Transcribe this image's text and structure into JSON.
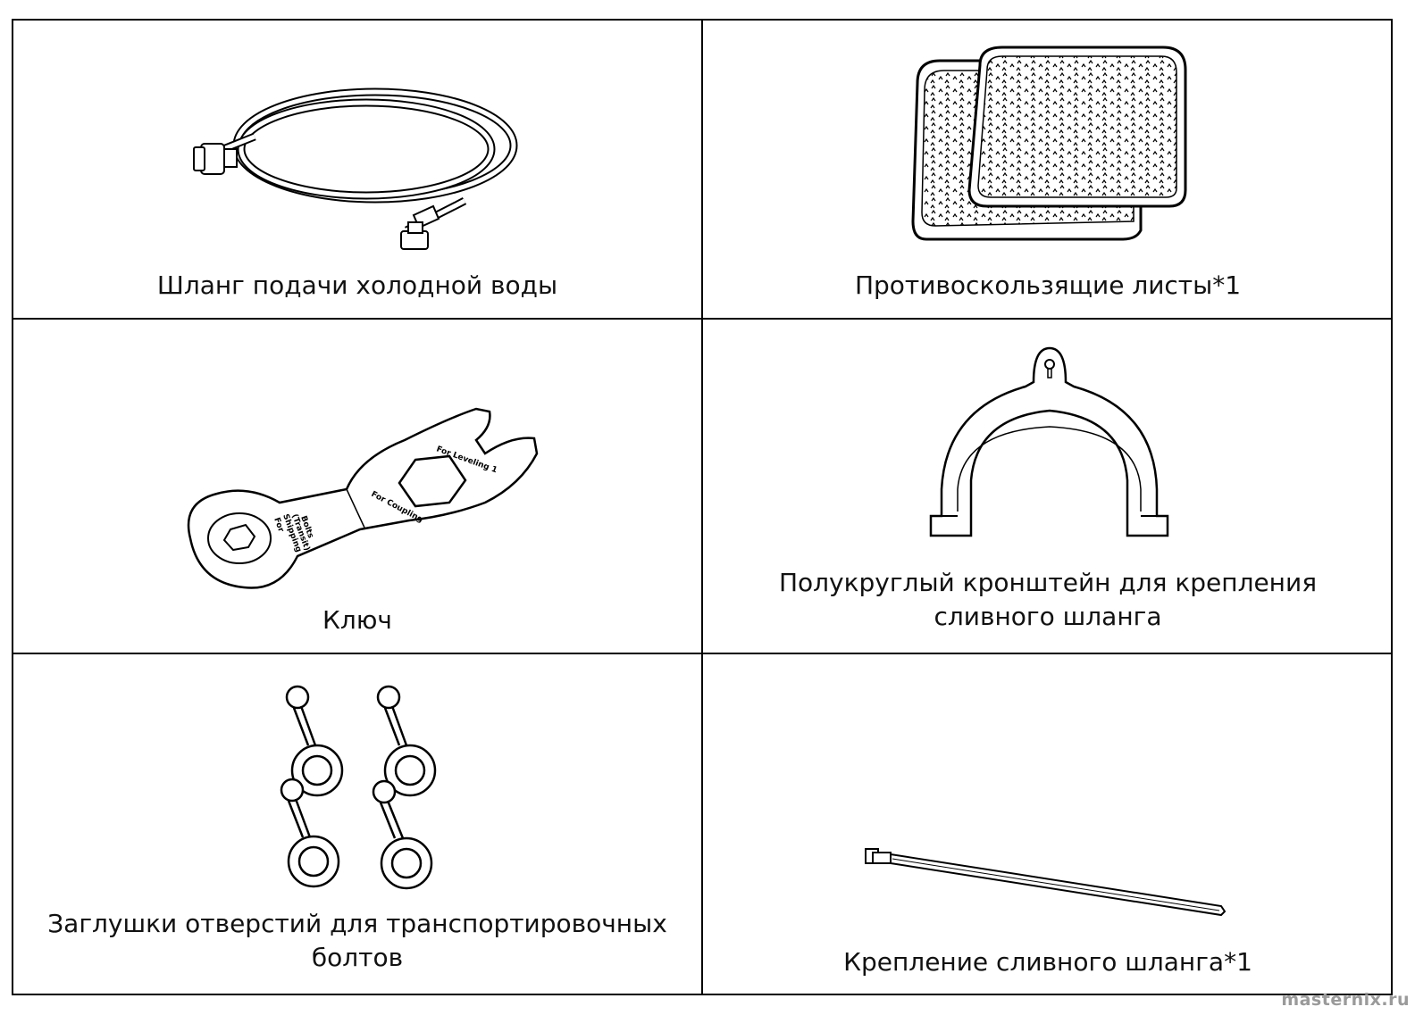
{
  "items": [
    {
      "name": "Шланг подачи холодной воды",
      "icon": "inlet-hose-icon"
    },
    {
      "name": "Противоскользящие листы*1",
      "icon": "anti-slip-sheets-icon"
    },
    {
      "name": "Ключ",
      "icon": "wrench-icon"
    },
    {
      "name_line1": "Полукруглый кронштейн для крепления",
      "name_line2": "сливного шланга",
      "icon": "elbow-bracket-icon"
    },
    {
      "name_line1": "Заглушки отверстий для транспортировочных",
      "name_line2": "болтов",
      "icon": "hole-caps-icon"
    },
    {
      "name": "Крепление сливного шланга*1",
      "icon": "cable-tie-icon"
    }
  ],
  "wrench_labels": {
    "leveling": "For Leveling 1",
    "coupling": "For Coupling",
    "shipping": [
      "For",
      "Shipping",
      "(Transit)",
      "Bolts"
    ]
  },
  "watermark": "masternix.ru"
}
